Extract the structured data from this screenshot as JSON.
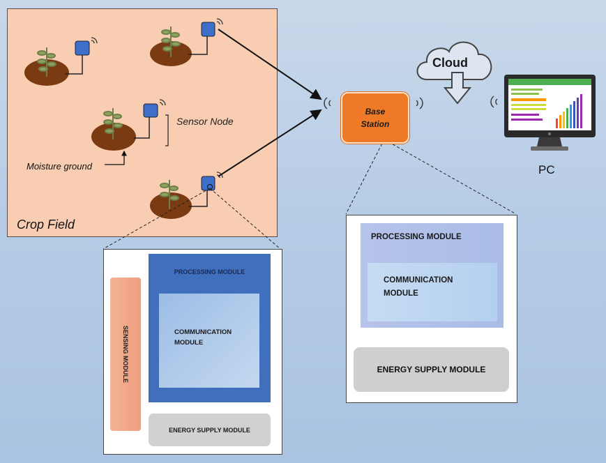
{
  "crop_field": {
    "label": "Crop Field"
  },
  "sensor_node": {
    "label": "Sensor Node"
  },
  "moisture": {
    "label": "Moisture ground"
  },
  "base_station": {
    "label": "Base\nStation"
  },
  "cloud": {
    "label": "Cloud"
  },
  "pc": {
    "label": "PC"
  },
  "sensor_node_modules": {
    "sensing": "SENSING MODULE",
    "processing": "PROCESSING MODULE",
    "communication": "COMMUNICATION\nMODULE",
    "energy": "ENERGY SUPPLY MODULE"
  },
  "base_station_modules": {
    "processing": "PROCESSING MODULE",
    "communication": "COMMUNICATION\nMODULE",
    "energy": "ENERGY SUPPLY MODULE"
  },
  "colors": {
    "background": "#b7cde6",
    "crop_field": "#f8cdb2",
    "soil": "#7a3a12",
    "sensor": "#3d6fc9",
    "base_station": "#ee7a27",
    "processing": "#3f6fbd",
    "sensing": "#ef9f7e"
  },
  "icons": [
    "plant-icon",
    "sensor-icon",
    "wifi-icon",
    "cloud-icon",
    "download-arrow-icon",
    "monitor-icon"
  ]
}
